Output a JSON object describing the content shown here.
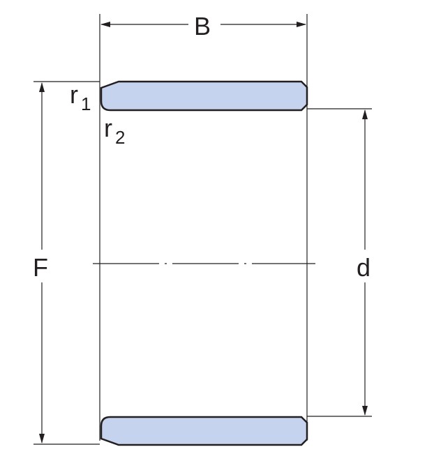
{
  "labels": {
    "B": "B",
    "F": "F",
    "d": "d",
    "r1": "r",
    "r1_sub": "1",
    "r2": "r",
    "r2_sub": "2"
  },
  "colors": {
    "ring_fill": "#c5d3ef",
    "line": "#231f20"
  }
}
